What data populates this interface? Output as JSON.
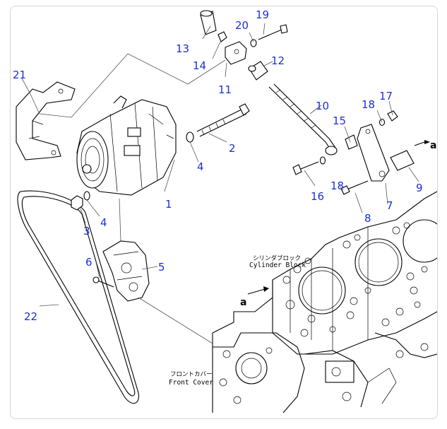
{
  "parts": [
    {
      "no": "1"
    },
    {
      "no": "2"
    },
    {
      "no": "3"
    },
    {
      "no": "4"
    },
    {
      "no": "4b",
      "label": "4"
    },
    {
      "no": "5"
    },
    {
      "no": "6"
    },
    {
      "no": "7"
    },
    {
      "no": "8"
    },
    {
      "no": "9"
    },
    {
      "no": "10"
    },
    {
      "no": "11"
    },
    {
      "no": "12"
    },
    {
      "no": "13"
    },
    {
      "no": "14"
    },
    {
      "no": "15"
    },
    {
      "no": "16"
    },
    {
      "no": "17"
    },
    {
      "no": "18"
    },
    {
      "no": "18b",
      "label": "18"
    },
    {
      "no": "19"
    },
    {
      "no": "20"
    },
    {
      "no": "21"
    },
    {
      "no": "22"
    }
  ],
  "labels": {
    "p1": "1",
    "p2": "2",
    "p3": "3",
    "p4a": "4",
    "p4b": "4",
    "p5": "5",
    "p6": "6",
    "p7": "7",
    "p8": "8",
    "p9": "9",
    "p10": "10",
    "p11": "11",
    "p12": "12",
    "p13": "13",
    "p14": "14",
    "p15": "15",
    "p16": "16",
    "p17": "17",
    "p18a": "18",
    "p18b": "18",
    "p19": "19",
    "p20": "20",
    "p21": "21",
    "p22": "22"
  },
  "annotations": {
    "cylinder_block_jp": "シリンダブロック",
    "cylinder_block_en": "Cylinder Block",
    "front_cover_jp": "フロントカバー",
    "front_cover_en": "Front Cover",
    "ref_a1": "a",
    "ref_a2": "a"
  }
}
